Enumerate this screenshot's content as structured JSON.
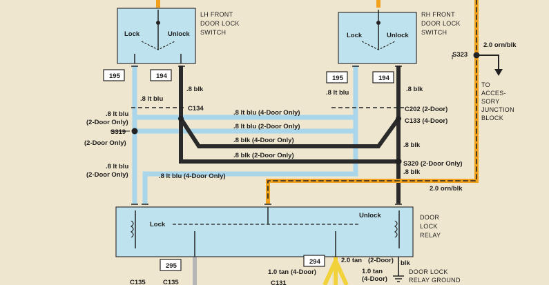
{
  "switches": {
    "lh": {
      "title_lines": [
        "LH FRONT",
        "DOOR LOCK",
        "SWITCH"
      ],
      "lock": "Lock",
      "unlock": "Unlock"
    },
    "rh": {
      "title_lines": [
        "RH FRONT",
        "DOOR LOCK",
        "SWITCH"
      ],
      "lock": "Lock",
      "unlock": "Unlock"
    }
  },
  "relay": {
    "title_lines": [
      "DOOR",
      "LOCK",
      "RELAY"
    ],
    "lock": "Lock",
    "unlock": "Unlock"
  },
  "circuit_boxes": {
    "lh_195": "195",
    "lh_194": "194",
    "rh_195": "195",
    "rh_194": "194",
    "c295": "295",
    "c294": "294"
  },
  "connectors": {
    "c134": "C134",
    "c202": "C202 (2-Door)",
    "c133": "C133 (4-Door)",
    "c135a": "C135",
    "c135b": "C135",
    "c131": "C131"
  },
  "splices": {
    "s319_name": "S319",
    "s319_note": "(2-Door Only)",
    "s323": "S323",
    "s320": "S320 (2-Door Only)"
  },
  "wires": {
    "lh_blu_top": ".8 lt blu",
    "lh_blk_top": ".8 blk",
    "rh_blu_top": ".8 lt blu",
    "rh_blk_top": ".8 blk",
    "left_blu_1": ".8 lt blu",
    "left_blu_1_note": "(2-Door Only)",
    "left_blu_2": ".8 lt blu",
    "left_blu_2_note": "(2-Door Only)",
    "h_blu_4door": ".8 lt blu (4-Door Only)",
    "h_blu_2door": ".8 lt blu (2-Door Only)",
    "h_blk_4door": ".8 blk (4-Door Only)",
    "h_blk_2door": ".8 blk (2-Door Only)",
    "bottom_blu_4door": ".8 lt blu (4-Door Only)",
    "rh_blk_mid": ".8 blk",
    "rh_blk_low": ".8 blk",
    "orn_top": "2.0 orn/blk",
    "orn_low": "2.0 orn/blk",
    "tan_2door": "2.0 tan",
    "tan_2door_note": "(2-Door)",
    "tan_4door_a": "1.0 tan",
    "tan_4door_a_note": "(4-Door)",
    "tan_4door_b": "1.0 tan",
    "tan_4door_b_note": "(4-Door)",
    "blk_ground": "blk"
  },
  "notes": {
    "accessory_lines": [
      "TO",
      "ACCES-",
      "SORY",
      "JUNCTION",
      "BLOCK"
    ],
    "ground_lines": [
      "DOOR LOCK",
      "RELAY GROUND"
    ]
  },
  "colors": {
    "light_blue_wire": "#a9d6ea",
    "black_wire": "#2a2a2a",
    "orange_wire": "#f0a21c",
    "tan_wire": "#f1d23a",
    "component_fill": "#bfe3ee",
    "paper": "#efe6cf"
  }
}
